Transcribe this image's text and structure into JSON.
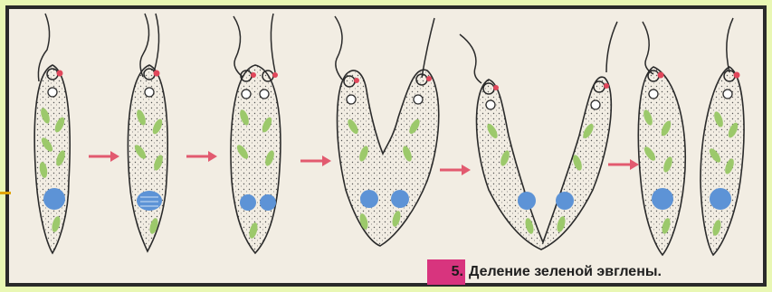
{
  "figure": {
    "caption_number": "5.",
    "caption_text": "Деление зеленой эвглены.",
    "stages": [
      {
        "name": "stage-1-single-cell",
        "cells": 1
      },
      {
        "name": "stage-2-nucleus-dividing",
        "cells": 1
      },
      {
        "name": "stage-3-two-nuclei",
        "cells": 1
      },
      {
        "name": "stage-4-splitting",
        "cells": 2
      },
      {
        "name": "stage-5-nearly-separated",
        "cells": 2
      },
      {
        "name": "stage-6-two-daughter-cells",
        "cells": 2
      }
    ],
    "colors": {
      "background": "#f2ede3",
      "outline": "#2b2b2b",
      "chloroplast": "#9cc96b",
      "nucleus": "#5d93d6",
      "eyespot": "#e0475b",
      "arrow": "#e25a6f",
      "caption_badge": "#d8347e"
    }
  }
}
